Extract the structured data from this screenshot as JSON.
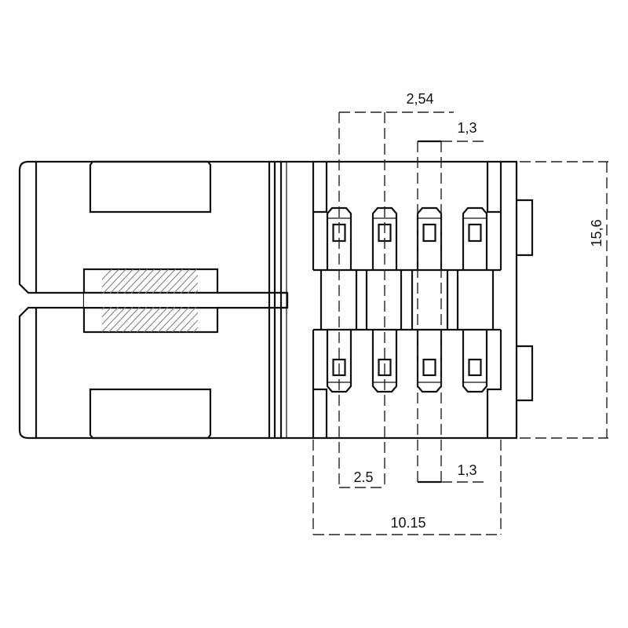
{
  "drawing": {
    "line_color": "#111111",
    "background": "#ffffff",
    "pin_count_per_row": 4,
    "dimensions": {
      "pitch_top": "2,54",
      "pin_width_top": "1,3",
      "pitch_bottom": "2.5",
      "pin_width_bottom": "1,3",
      "overall_width": "10.15",
      "overall_height": "15,6"
    }
  }
}
